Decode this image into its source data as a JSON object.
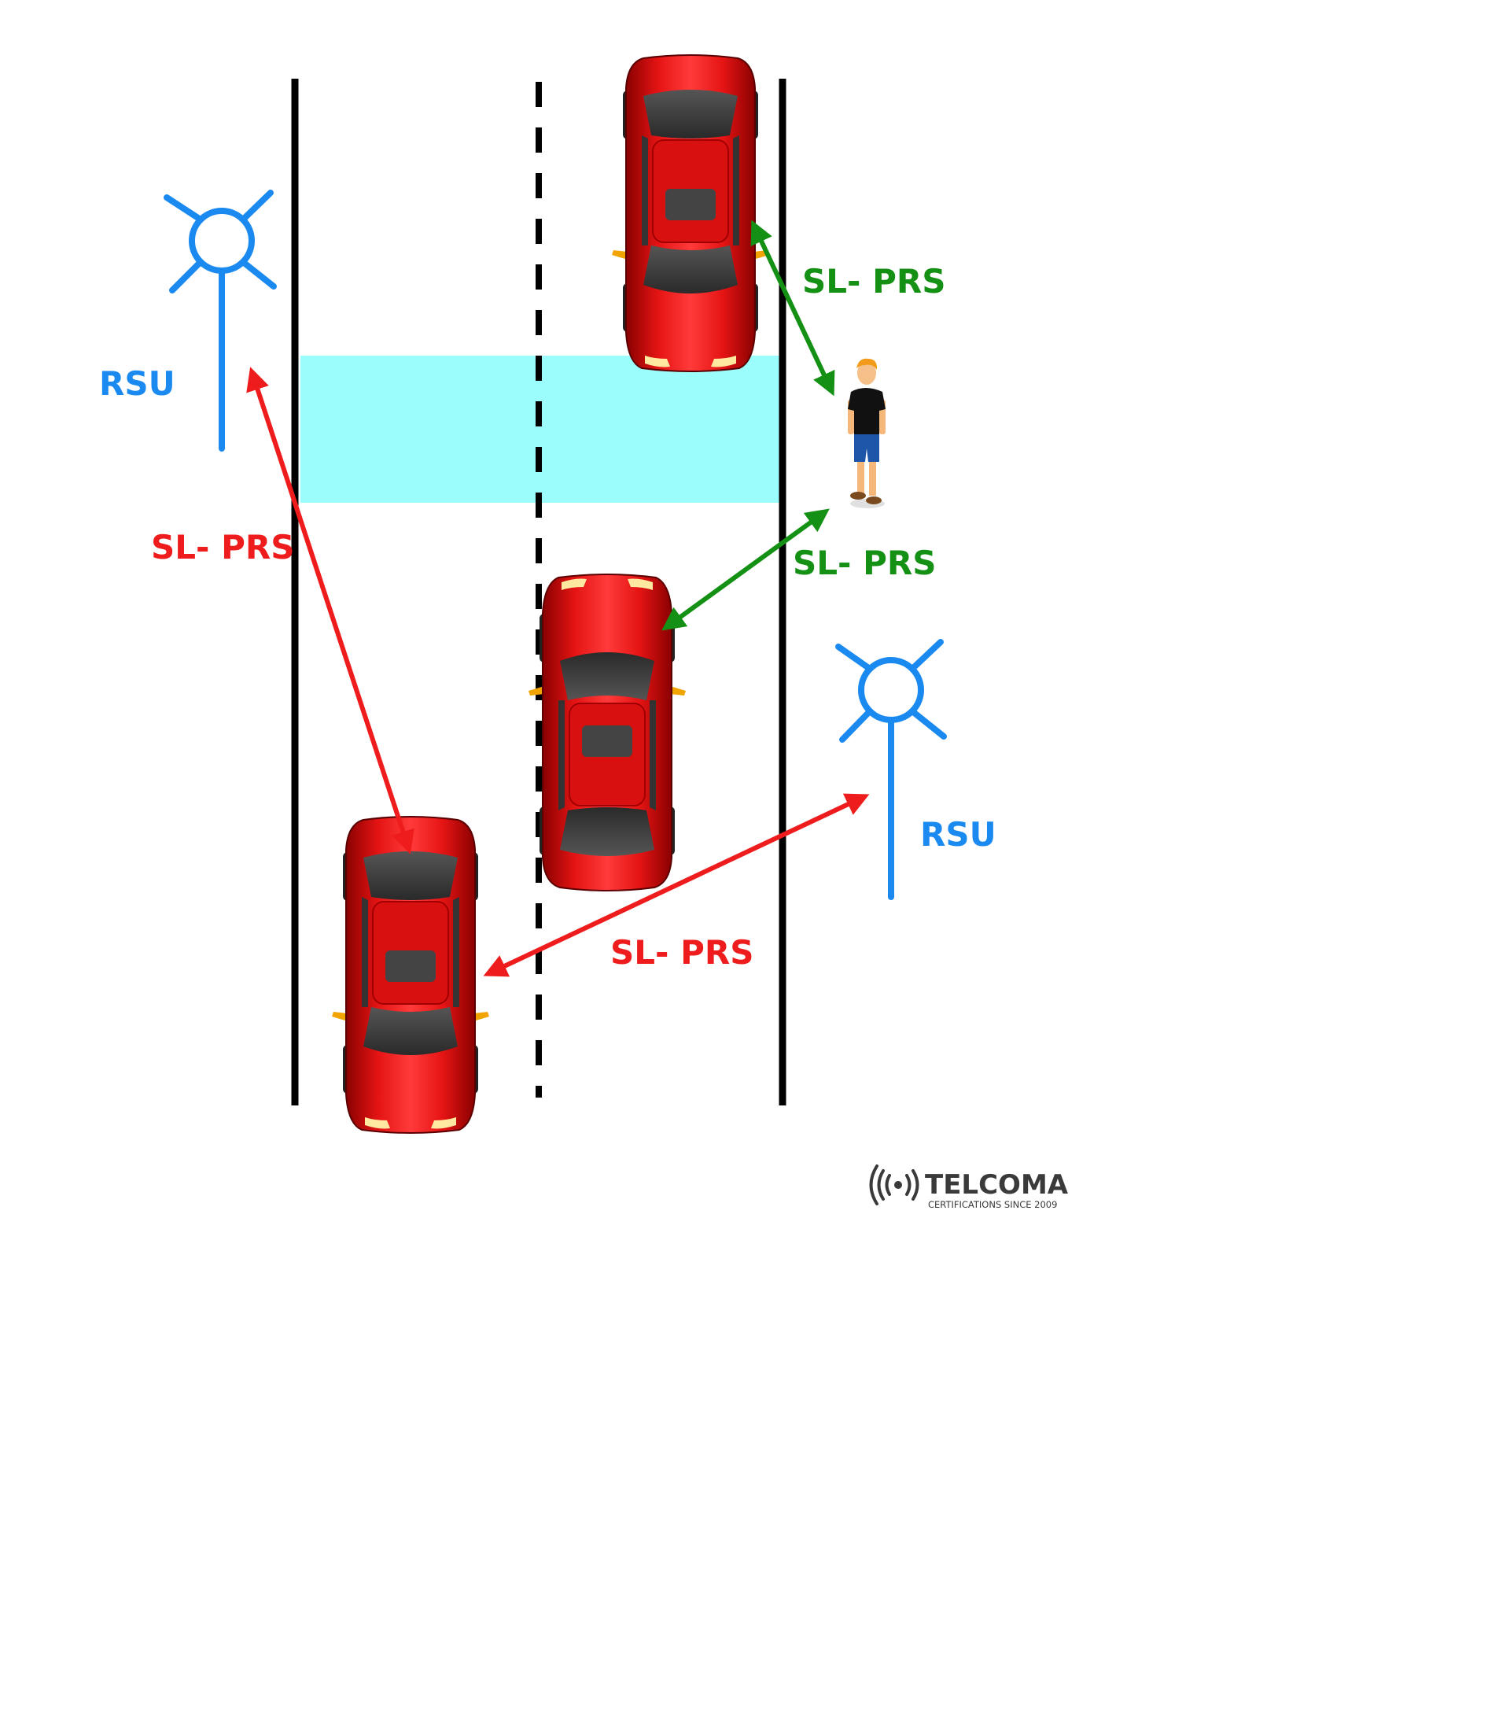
{
  "labels": {
    "rsu_left": "RSU",
    "rsu_right": "RSU",
    "sl_prs_green_top": "SL- PRS",
    "sl_prs_green_bottom": "SL- PRS",
    "sl_prs_red_left": "SL- PRS",
    "sl_prs_red_bottom": "SL- PRS"
  },
  "logo": {
    "name": "TELCOMA",
    "tagline": "CERTIFICATIONS SINCE 2009"
  },
  "colors": {
    "rsu_blue": "#1a8af0",
    "link_green": "#149114",
    "link_red": "#ee1c1c",
    "crosswalk": "#9cfdfd",
    "road_line": "#000000",
    "car_red": "#e01010",
    "logo_dark": "#3a3a3a"
  },
  "icons": [
    "rsu-antenna-icon",
    "car-icon",
    "pedestrian-icon",
    "signal-wave-icon"
  ]
}
